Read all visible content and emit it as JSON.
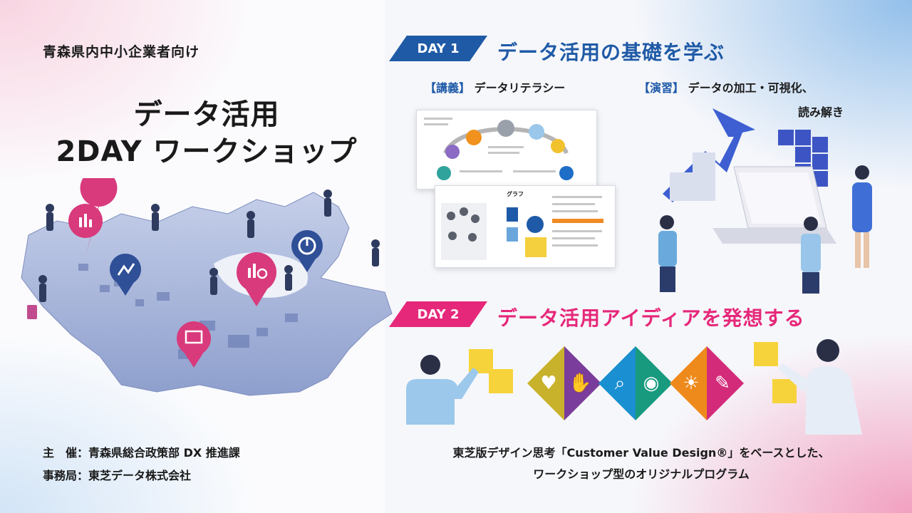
{
  "left": {
    "subtitle": "青森県内中小企業者向け",
    "title_line1": "データ活用",
    "title_line2": "2DAY ワークショップ",
    "organizer": "主　催：青森県総合政策部 DX 推進課",
    "secretariat": "事務局：東芝データ株式会社"
  },
  "day1": {
    "tag": "DAY 1",
    "heading": "データ活用の基礎を学ぶ",
    "lecture_bracket": "【講義】",
    "lecture_text": "データリテラシー",
    "exercise_bracket": "【演習】",
    "exercise_line1": "データの加工・可視化、",
    "exercise_line2": "読み解き",
    "slide2_title": "グラフ"
  },
  "day2": {
    "tag": "DAY 2",
    "heading": "データ活用アイディアを発想する"
  },
  "footer": {
    "line1": "東芝版デザイン思考「Customer Value Design®」をベースとした、",
    "line2": "ワークショップ型のオリジナルプログラム"
  },
  "colors": {
    "blue": "#1f5aa6",
    "pink": "#e6287a",
    "map": "#a8b6dc",
    "pin_pink": "#d83a7c",
    "pin_blue": "#2f4f97"
  },
  "diamonds": [
    {
      "left": "#c8b22b",
      "right": "#7a3d9b",
      "left_icon": "heart-icon",
      "right_icon": "handshake-icon"
    },
    {
      "left": "#1a8fd1",
      "right": "#179a7e",
      "left_icon": "magnifier-icon",
      "right_icon": "eye-icon"
    },
    {
      "left": "#ee8a1c",
      "right": "#d32b7a",
      "left_icon": "lightbulb-icon",
      "right_icon": "wrench-icon"
    }
  ]
}
